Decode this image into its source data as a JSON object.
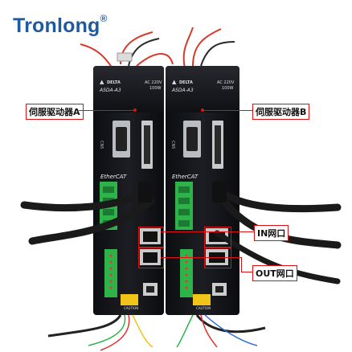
{
  "logo": {
    "brand": "Tronlong",
    "registered_mark": "®"
  },
  "drive_a": {
    "brand_badge": "DELTA",
    "model": "ASDA-A3",
    "power_rating": "AC 220V\n100W",
    "logo": "EtherCAT",
    "warning_label": "CAUTION"
  },
  "drive_b": {
    "brand_badge": "DELTA",
    "model": "ASDA-A3",
    "power_rating": "AC 220V\n100W",
    "logo": "EtherCAT",
    "warning_label": "CAUTION"
  },
  "callouts": {
    "drive_a": "伺服驱动器A",
    "drive_b": "伺服驱动器B",
    "in_port": "IN网口",
    "out_port": "OUT网口"
  },
  "colors": {
    "callout_red": "#d11111",
    "brand_blue": "#1f5a9f",
    "drive_body": "#15161a",
    "connector_green": "#2db34a"
  }
}
